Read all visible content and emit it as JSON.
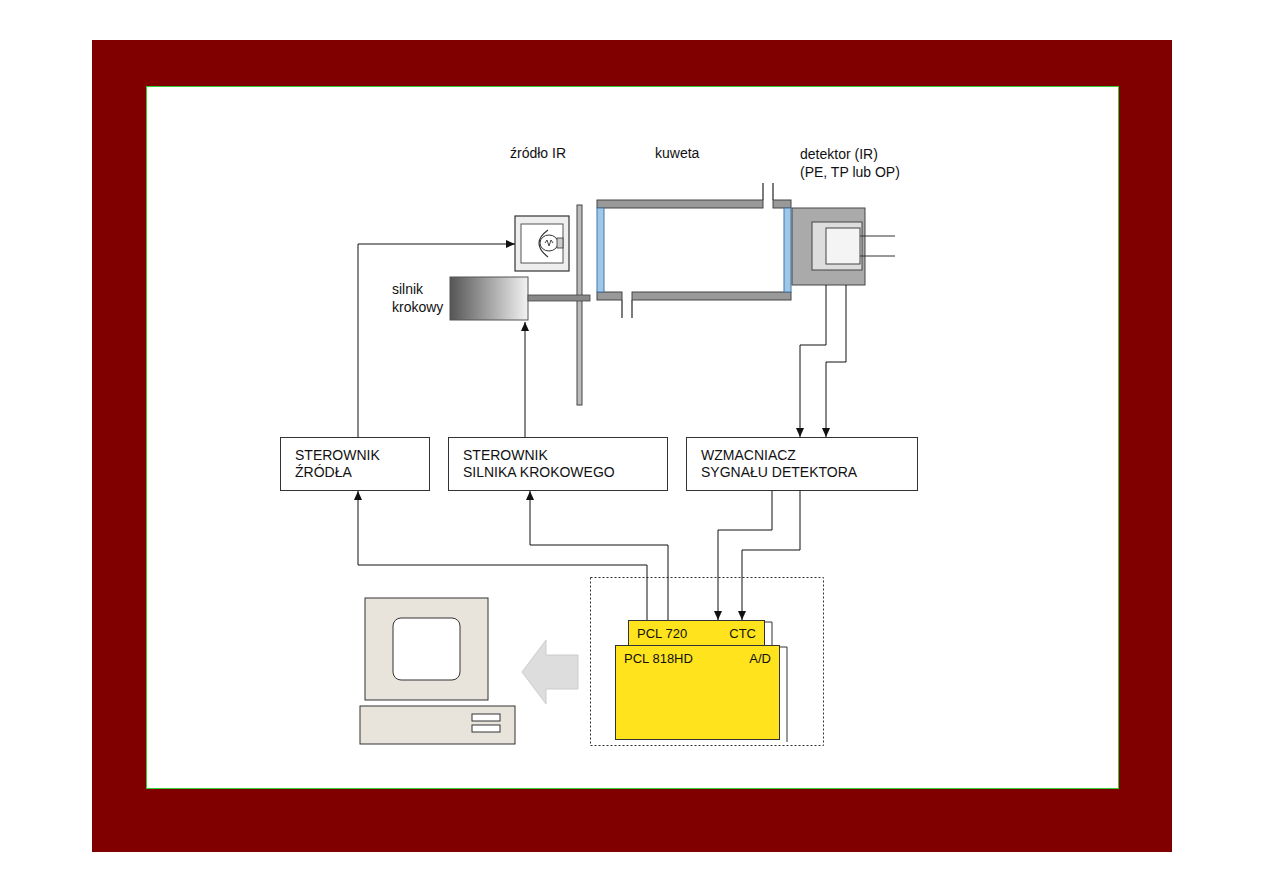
{
  "diagram": {
    "nodes": [
      {
        "text": [
          "źródło IR"
        ]
      },
      {
        "text": [
          "kuweta"
        ]
      },
      {
        "text": [
          "detektor (IR) (PE, TP lub OP)"
        ]
      },
      {
        "text": [
          "silnik krokowy"
        ]
      },
      {
        "text": [
          "STEROWNIK ŹRÓDŁA"
        ]
      },
      {
        "text": [
          "STEROWNIK SILNIKA KROKOWEGO"
        ]
      },
      {
        "text": [
          "WZMACNIACZ SYGNAŁU DETEKTORA"
        ]
      },
      {
        "text": [
          "PCL 720",
          "CTC"
        ]
      },
      {
        "text": [
          "PCL 818HD",
          "A/D"
        ]
      }
    ],
    "edges": [
      {
        "from": 4,
        "to": 0,
        "arrow": "to"
      },
      {
        "from": 5,
        "to": 3,
        "arrow": "to"
      },
      {
        "from": 2,
        "to": 6,
        "arrow": "to"
      },
      {
        "from": 2,
        "to": 6,
        "arrow": "to"
      },
      {
        "from": 6,
        "to": 7,
        "arrow": "to"
      },
      {
        "from": 6,
        "to": 7,
        "arrow": "to"
      },
      {
        "from": 7,
        "to": 4,
        "arrow": "to"
      },
      {
        "from": 7,
        "to": 5,
        "arrow": "to"
      }
    ]
  }
}
